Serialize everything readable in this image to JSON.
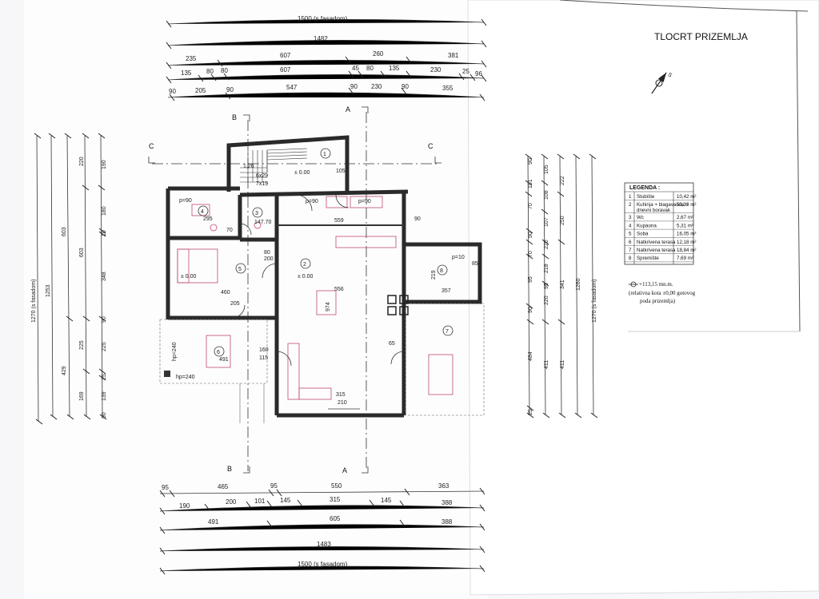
{
  "title": "TLOCRT PRIZEMLJA",
  "legend": {
    "heading": "LEGENDA :",
    "rows": [
      {
        "no": "1",
        "name": "Stubište",
        "area": "10,42 m²"
      },
      {
        "no": "2",
        "name": "Kuhinja + blagavaona +",
        "name2": "dnevni boravak",
        "area": "53,33 m²"
      },
      {
        "no": "3",
        "name": "Wc",
        "area": "2,67 m²"
      },
      {
        "no": "4",
        "name": "Kupaona",
        "area": "5,31 m²"
      },
      {
        "no": "5",
        "name": "Soba",
        "area": "16,05 m²"
      },
      {
        "no": "6",
        "name": "Natkrivena terasa",
        "area": "12,18 m²"
      },
      {
        "no": "7",
        "name": "Natkrivena terasa",
        "area": "18,84 m²"
      },
      {
        "no": "8",
        "name": "Spremište",
        "area": "7,69 m²"
      }
    ]
  },
  "elevation_note": {
    "line1": "+113,15 mn.m.",
    "line2": "(relativna kota ±0,00 gotovog",
    "line3": "poda prizemlja)"
  },
  "sections": {
    "a": "A",
    "b": "B",
    "c": "C"
  },
  "top_dims": {
    "row1": [
      "1500 (s fasadom)"
    ],
    "row2": [
      "1482"
    ],
    "row3": [
      "235",
      "607",
      "260",
      "381"
    ],
    "row4": [
      "135",
      "80",
      "80",
      "607",
      "45",
      "80",
      "135",
      "230",
      "25",
      "96"
    ],
    "row5": [
      "90",
      "205",
      "90",
      "547",
      "90",
      "230",
      "90",
      "355"
    ]
  },
  "bottom_dims": {
    "row1": [
      "95",
      "465",
      "95",
      "550",
      "363"
    ],
    "row2": [
      "190",
      "200",
      "101",
      "145",
      "315",
      "145",
      "388"
    ],
    "row3": [
      "491",
      "605",
      "388"
    ],
    "row4": [
      "1483"
    ],
    "row5": [
      "1500 (s fasadom)"
    ]
  },
  "left_dims": {
    "outer": "1270 (s fasadom)",
    "second": "1253",
    "third": [
      "603",
      "429"
    ],
    "fourth": [
      "220",
      "603",
      "225",
      "169"
    ],
    "fifth": [
      "190",
      "180",
      "10",
      "348",
      "90",
      "225",
      "25",
      "139",
      "90"
    ]
  },
  "right_dims": {
    "outer": "1270 (s fasadom)",
    "second": "1260",
    "third": [
      "222",
      "250",
      "341",
      "411"
    ],
    "fourth": [
      "105",
      "108",
      "107",
      "220",
      "218",
      "95",
      "220",
      "411"
    ],
    "fifth": [
      "90",
      "191",
      "70",
      "90",
      "70",
      "95",
      "90",
      "484",
      "25"
    ]
  },
  "rooms": {
    "r1": "1",
    "r2": "2",
    "r3": "3",
    "r4": "4",
    "r5": "5",
    "r6": "6",
    "r7": "7",
    "r8": "8"
  },
  "plan_labels": {
    "p90a": "p=90",
    "p90b": "p=90",
    "p90c": "p=90",
    "p10": "p=10",
    "hp1": "hp=240",
    "hp2": "hp=240",
    "zero1": "± 0.00",
    "zero2": "± 0.00",
    "zero3": "± 0.00",
    "d295": "295",
    "d147": "147.70",
    "d559": "559",
    "d460": "460",
    "d556": "556",
    "d974": "974",
    "d357": "357",
    "d219": "219",
    "d491": "491",
    "d315": "315",
    "d210": "210",
    "d160": "160",
    "d115": "115",
    "d80": "80",
    "d200": "200",
    "d65": "65",
    "d85": "85",
    "d105": "105",
    "d90": "90",
    "d70": "70",
    "d205": "205",
    "d126": "1.26",
    "d629": "6x29",
    "d7x19": "7x19"
  }
}
